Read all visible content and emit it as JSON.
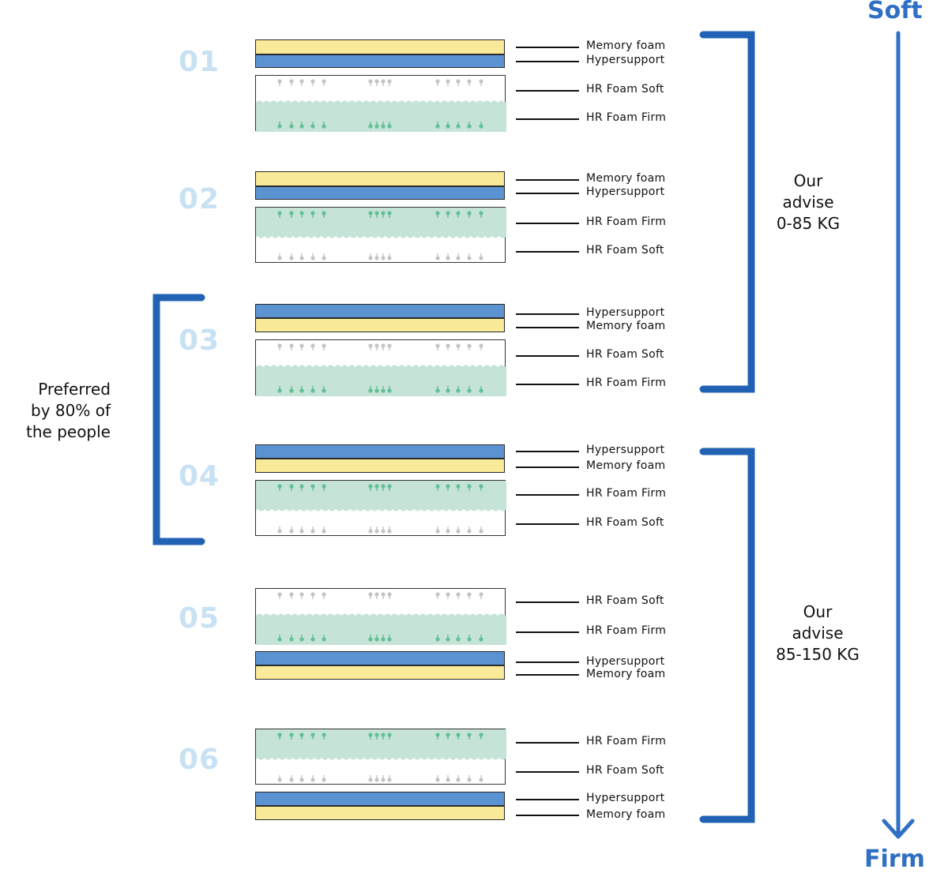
{
  "colors": {
    "memory_foam": "#f8ea98",
    "hypersupport": "#5b93d2",
    "hr_foam_firm": "#c5e3d6",
    "hr_foam_soft": "#ffffff",
    "bracket": "#2262b4",
    "arrow": "#2f6fc4",
    "number": "#c8e2f4"
  },
  "scale": {
    "top_label": "Soft",
    "bottom_label": "Firm"
  },
  "configurations": [
    {
      "number": "01",
      "labels": [
        "Memory foam",
        "Hypersupport",
        "HR Foam Soft",
        "HR Foam Firm"
      ]
    },
    {
      "number": "02",
      "labels": [
        "Memory foam",
        "Hypersupport",
        "HR Foam Firm",
        "HR Foam Soft"
      ]
    },
    {
      "number": "03",
      "labels": [
        "Hypersupport",
        "Memory foam",
        "HR Foam Soft",
        "HR Foam Firm"
      ]
    },
    {
      "number": "04",
      "labels": [
        "Hypersupport",
        "Memory foam",
        "HR Foam Firm",
        "HR Foam Soft"
      ]
    },
    {
      "number": "05",
      "labels": [
        "HR Foam Soft",
        "HR Foam Firm",
        "Hypersupport",
        "Memory foam"
      ]
    },
    {
      "number": "06",
      "labels": [
        "HR Foam Firm",
        "HR Foam Soft",
        "Hypersupport",
        "Memory foam"
      ]
    }
  ],
  "advise_light": {
    "line1": "Our",
    "line2": "advise",
    "line3": "0-85 KG"
  },
  "advise_heavy": {
    "line1": "Our",
    "line2": "advise",
    "line3": "85-150 KG"
  },
  "preferred": {
    "line1": "Preferred",
    "line2": "by 80% of",
    "line3": "the people"
  }
}
